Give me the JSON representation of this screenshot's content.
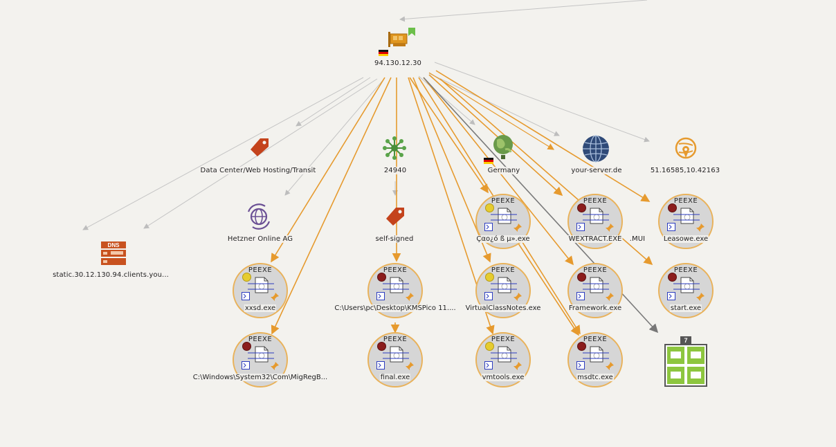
{
  "center": {
    "label": "94.130.12.30"
  },
  "attributes": {
    "category": {
      "label": "Data Center/Web Hosting/Transit"
    },
    "asn": {
      "label": "24940"
    },
    "country": {
      "label": "Germany"
    },
    "domain": {
      "label": "your-server.de"
    },
    "coords": {
      "label": "51.16585,10.42163"
    },
    "org": {
      "label": "Hetzner Online AG"
    },
    "cert": {
      "label": "self-signed"
    },
    "dns": {
      "label": "static.30.12.130.94.clients.you...",
      "badge": "DNS"
    },
    "partial": {
      "label": ".MUI"
    },
    "group": {
      "count": "7"
    }
  },
  "files": [
    {
      "type": "PEEXE",
      "name": "xxsd.exe",
      "severity": "yellow"
    },
    {
      "type": "PEEXE",
      "name": "C:\\Windows\\System32\\Com\\MigRegB...",
      "severity": "red"
    },
    {
      "type": "PEEXE",
      "name": "C:\\Users\\pc\\Desktop\\KMSPico 11....",
      "severity": "red"
    },
    {
      "type": "PEEXE",
      "name": "final.exe",
      "severity": "red"
    },
    {
      "type": "PEEXE",
      "name": "Çαο¿ό ß µ».exe",
      "severity": "yellow"
    },
    {
      "type": "PEEXE",
      "name": "VirtualClassNotes.exe",
      "severity": "yellow"
    },
    {
      "type": "PEEXE",
      "name": "vmtools.exe",
      "severity": "yellow"
    },
    {
      "type": "PEEXE",
      "name": "WEXTRACT.EXE",
      "severity": "red"
    },
    {
      "type": "PEEXE",
      "name": "Framework.exe",
      "severity": "red"
    },
    {
      "type": "PEEXE",
      "name": "msdtc.exe",
      "severity": "red"
    },
    {
      "type": "PEEXE",
      "name": "Leasowe.exe",
      "severity": "red"
    },
    {
      "type": "PEEXE",
      "name": "start.exe",
      "severity": "red"
    }
  ],
  "colors": {
    "accent": "#e69a2e",
    "edge_gray": "#bbbbbb",
    "tag": "#c4431c",
    "globe": "#2f4a78",
    "group": "#8dc63f"
  }
}
